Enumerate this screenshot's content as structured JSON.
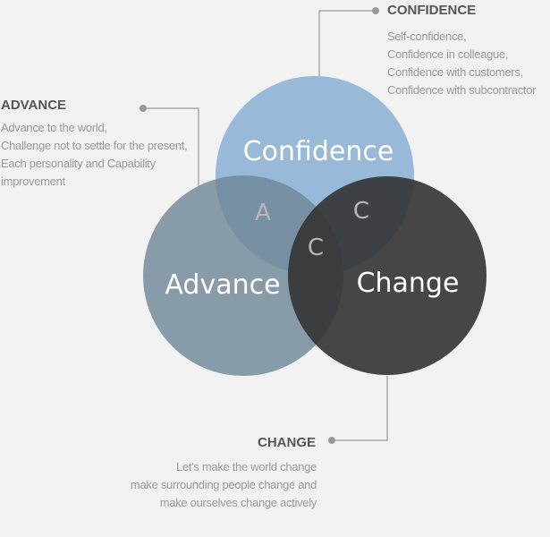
{
  "diagram": {
    "circles": [
      {
        "id": "confidence",
        "label": "Confidence",
        "color": "#8fb3d6"
      },
      {
        "id": "advance",
        "label": "Advance",
        "color": "#6f8797"
      },
      {
        "id": "change",
        "label": "Change",
        "color": "#333333"
      }
    ],
    "overlaps": {
      "advance_confidence": "A",
      "confidence_change": "C",
      "center": "C"
    },
    "connector_color": "#999999"
  },
  "callouts": {
    "confidence": {
      "title": "CONFIDENCE",
      "lines": [
        "Self-confidence,",
        "Confidence in colleague,",
        "Confidence with customers,",
        "Confidence with subcontractor"
      ]
    },
    "advance": {
      "title": "ADVANCE",
      "lines": [
        "Advance to the world,",
        "Challenge not to settle for the present,",
        "Each personality and Capability",
        "improvement"
      ]
    },
    "change": {
      "title": "CHANGE",
      "lines": [
        "Let's make the world change",
        "make surrounding people change and",
        "make ourselves change actively"
      ]
    }
  }
}
